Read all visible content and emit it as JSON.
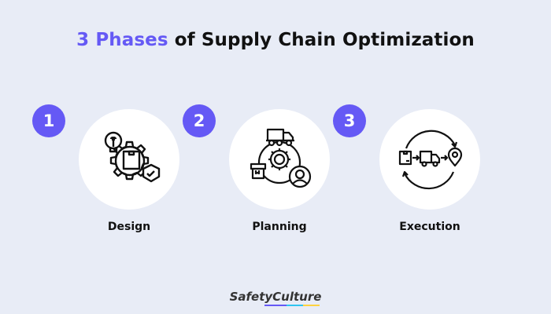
{
  "title": {
    "accent_text": "3 Phases",
    "rest_text": "of Supply Chain Optimization",
    "accent_color": "#6559f5"
  },
  "phases": [
    {
      "number": "1",
      "label": "Design",
      "icon": "design-gear-bulb-box-shield-icon"
    },
    {
      "number": "2",
      "label": "Planning",
      "icon": "planning-truck-gear-box-person-icon"
    },
    {
      "number": "3",
      "label": "Execution",
      "icon": "execution-box-truck-location-cycle-icon"
    }
  ],
  "footer": {
    "logo_text": "SafetyCulture",
    "logo_underline_colors": [
      "#6559f5",
      "#2fc4f0",
      "#ffd23f"
    ]
  },
  "colors": {
    "background": "#e8ecf6",
    "badge": "#6559f5",
    "circle": "#ffffff"
  }
}
